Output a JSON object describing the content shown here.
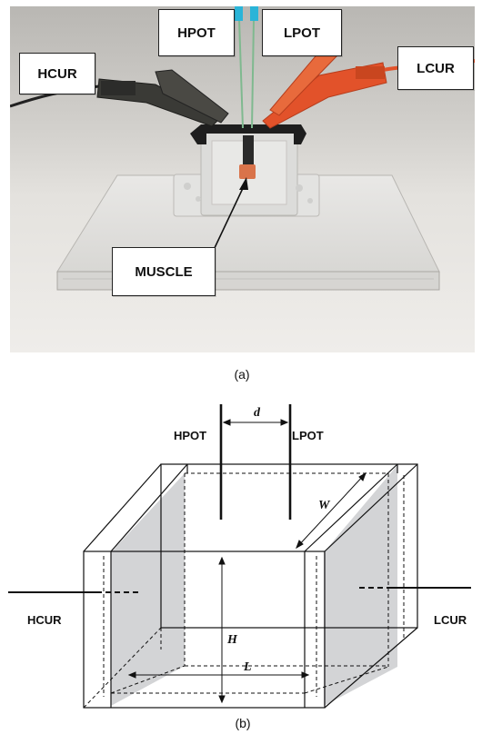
{
  "panel_a": {
    "caption": "(a)",
    "labels": {
      "hcur": "HCUR",
      "hpot": "HPOT",
      "lpot": "LPOT",
      "lcur": "LCUR",
      "muscle": "MUSCLE"
    },
    "colors": {
      "black_clip": "#3a3a36",
      "red_clip": "#e2522a",
      "wire_blue": "#2ab4d8",
      "wire_green": "#7fb98f",
      "tissue": "#d9734a"
    }
  },
  "panel_b": {
    "caption": "(b)",
    "labels": {
      "hpot": "HPOT",
      "lpot": "LPOT",
      "hcur": "HCUR",
      "lcur": "LCUR",
      "d": "d",
      "w": "W",
      "h": "H",
      "l": "L"
    },
    "colors": {
      "electrode_fill": "#d3d4d6",
      "line": "#111111"
    }
  }
}
